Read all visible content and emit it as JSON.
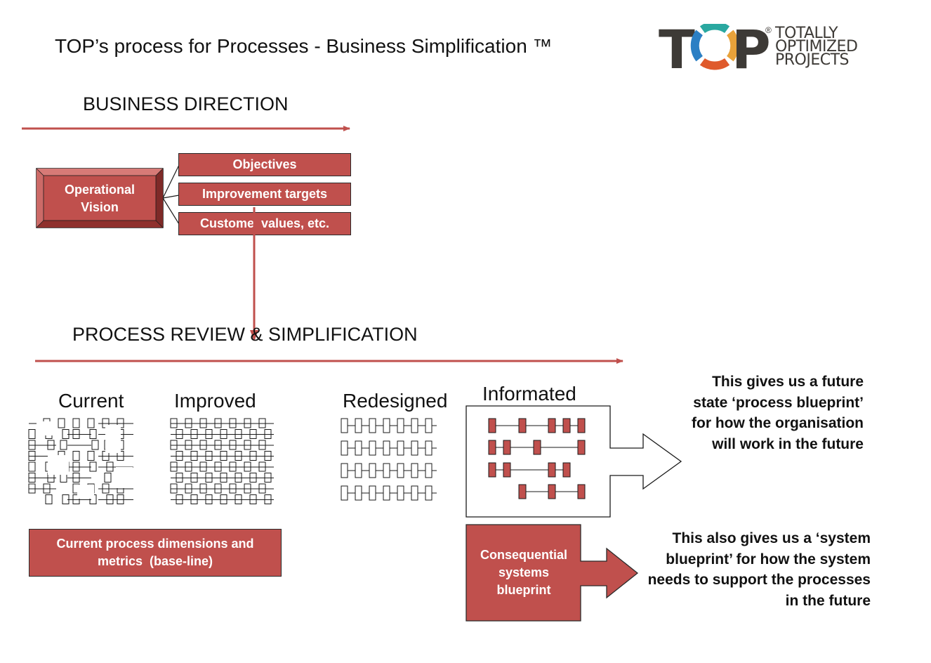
{
  "title": "TOP’s process for Processes - Business Simplification ™",
  "logo": {
    "letters": "TOP",
    "registered": "®",
    "words": [
      "TOTALLY",
      "OPTIMIZED",
      "PROJECTS"
    ],
    "ring_colors": [
      "#2aa8a0",
      "#e8a23a",
      "#df5a2c",
      "#2b7fc4"
    ],
    "text_color": "#3d3a36"
  },
  "business_direction": {
    "heading": "BUSINESS DIRECTION",
    "vision_label": "Operational Vision",
    "targets": [
      "Objectives",
      "Improvement targets",
      "Custome  values, etc."
    ]
  },
  "process_review": {
    "heading": "PROCESS REVIEW & SIMPLIFICATION",
    "stages": [
      "Current",
      "Improved",
      "Redesigned",
      "Informated"
    ],
    "baseline_label": "Current process dimensions and metrics  (base-line)",
    "systems_label": "Consequential systems blueprint"
  },
  "notes": {
    "process_blueprint": "This gives us a future\nstate ‘process blueprint’\nfor how the organisation\nwill work in the future",
    "system_blueprint": "This also gives us a ‘system\nblueprint’ for how the system\nneeds to support the processes\nin the future"
  },
  "colors": {
    "accent_red": "#c0504d",
    "outline": "#1a1a1a"
  }
}
